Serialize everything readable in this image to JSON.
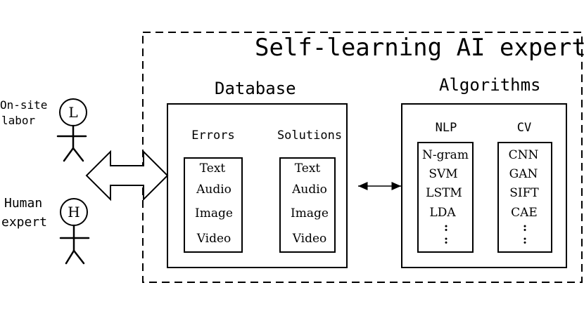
{
  "system": {
    "title": "Self-learning AI expert"
  },
  "actors": {
    "onsite": {
      "label_line1": "On-site",
      "label_line2": "labor",
      "initial": "L"
    },
    "expert": {
      "label_line1": "Human",
      "label_line2": "expert",
      "initial": "H"
    }
  },
  "database": {
    "title": "Database",
    "errors": {
      "heading": "Errors",
      "items": [
        "Text",
        "Audio",
        "Image",
        "Video"
      ]
    },
    "solutions": {
      "heading": "Solutions",
      "items": [
        "Text",
        "Audio",
        "Image",
        "Video"
      ]
    }
  },
  "algorithms": {
    "title": "Algorithms",
    "nlp": {
      "heading": "NLP",
      "items": [
        "N-gram",
        "SVM",
        "LSTM",
        "LDA"
      ],
      "ellipsis": ":"
    },
    "cv": {
      "heading": "CV",
      "items": [
        "CNN",
        "GAN",
        "SIFT",
        "CAE"
      ],
      "ellipsis": ":"
    }
  }
}
